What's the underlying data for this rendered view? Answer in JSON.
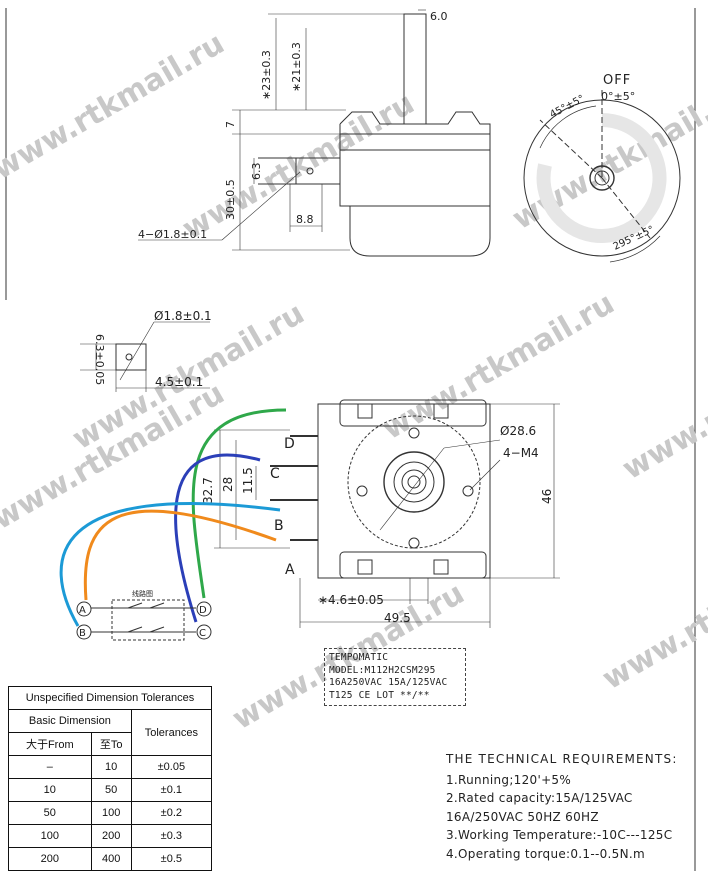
{
  "watermark": "www.rtkmail.ru",
  "top_view": {
    "dim_shaft_width": "6.0",
    "dim_23": "∗23±0.3",
    "dim_21": "∗21±0.3",
    "dim_7": "7",
    "dim_63": "6.3",
    "dim_30": "30±0.5",
    "dim_88": "8.8",
    "dim_hole": "4−Ø1.8±0.1"
  },
  "dial_view": {
    "off_label": "OFF",
    "off_tol": "0°±5°",
    "angle_45": "45°±5°",
    "angle_295": "295°±5°"
  },
  "terminal_detail": {
    "dim_63": "6.3±0.05",
    "dim_hole": "Ø1.8±0.1",
    "dim_45": "4.5±0.1"
  },
  "front_view": {
    "dim_286": "Ø28.6",
    "dim_m4": "4−M4",
    "dim_46": "46",
    "dim_327": "32.7",
    "dim_28": "28",
    "dim_115": "11.5",
    "dim_46b": "∗4.6±0.05",
    "dim_495": "49.5",
    "terminal_a": "A",
    "terminal_b": "B",
    "terminal_c": "C",
    "terminal_d": "D"
  },
  "wiring": {
    "node_a": "A",
    "node_b": "B",
    "node_c": "C",
    "node_d": "D",
    "switch_caption": "线路图",
    "colors": {
      "green": "#2fa84a",
      "blue": "#2b3fb8",
      "cyan": "#1c9ad6",
      "orange": "#f08a1c"
    }
  },
  "model_label": {
    "line1": "TEMPOMATIC",
    "line2": "MODEL:M112H2CSM295",
    "line3": "16A250VAC 15A/125VAC",
    "line4": "T125 CE LOT **/**"
  },
  "tolerance_table": {
    "title": "Unspecified Dimension Tolerances",
    "col_basic": "Basic Dimension",
    "col_tol": "Tolerances",
    "col_from": "大于From",
    "col_to": "至To",
    "rows": [
      {
        "from": "–",
        "to": "10",
        "tol": "±0.05"
      },
      {
        "from": "10",
        "to": "50",
        "tol": "±0.1"
      },
      {
        "from": "50",
        "to": "100",
        "tol": "±0.2"
      },
      {
        "from": "100",
        "to": "200",
        "tol": "±0.3"
      },
      {
        "from": "200",
        "to": "400",
        "tol": "±0.5"
      }
    ]
  },
  "requirements": {
    "title": "THE TECHNICAL REQUIREMENTS:",
    "items": [
      "1.Running;120'+5%",
      "2.Rated capacity:15A/125VAC",
      "16A/250VAC 50HZ 60HZ",
      "3.Working Temperature:-10C---125C",
      "4.Operating torque:0.1--0.5N.m"
    ]
  }
}
